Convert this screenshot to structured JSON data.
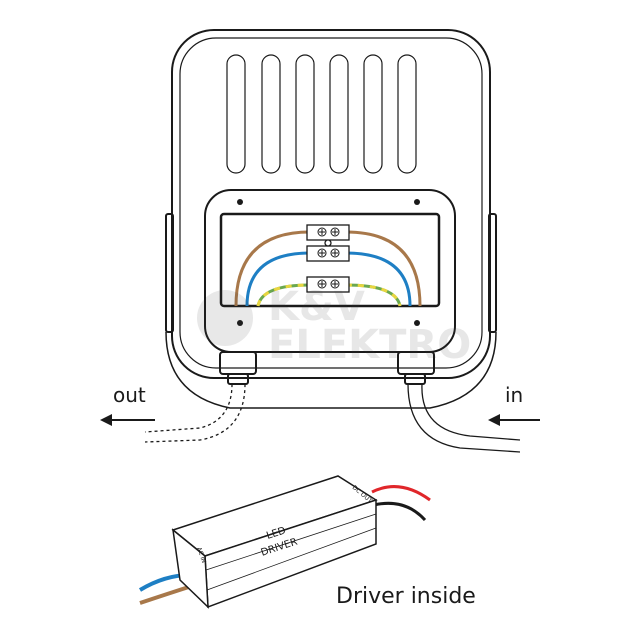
{
  "labels": {
    "out": "out",
    "in": "in",
    "driver_top": "LED",
    "driver_bottom": "DRIVER",
    "ac_in": "AC IN",
    "dc_out": "DC OUT",
    "caption": "Driver inside"
  },
  "watermark": {
    "line1": "K&V",
    "line2": "ELEKTRO"
  },
  "colors": {
    "brown": "#a8784a",
    "blue": "#1e7fc4",
    "green": "#6aa84f",
    "yellow": "#e8d640",
    "red": "#e0262a",
    "black": "#1a1a1a"
  }
}
